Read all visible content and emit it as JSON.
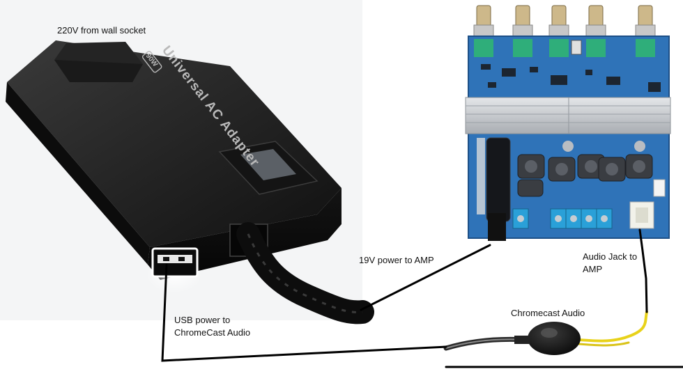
{
  "labels": {
    "socket": "220V from wall socket",
    "amp_power": "19V power to AMP",
    "usb_line1": "USB power to",
    "usb_line2": "ChromeCast Audio",
    "jack_line1": "Audio Jack to",
    "jack_line2": "AMP",
    "chromecast": "Chromecast Audio"
  },
  "adapter": {
    "brand_text": "Universal AC Adapter",
    "badge": "90W"
  },
  "colors": {
    "adapter_body": "#1a1a1a",
    "amp_pcb": "#2f73b8",
    "heatsink": "#cfd2d6",
    "wire": "#000000",
    "audio_cable": "#e8d21a"
  }
}
